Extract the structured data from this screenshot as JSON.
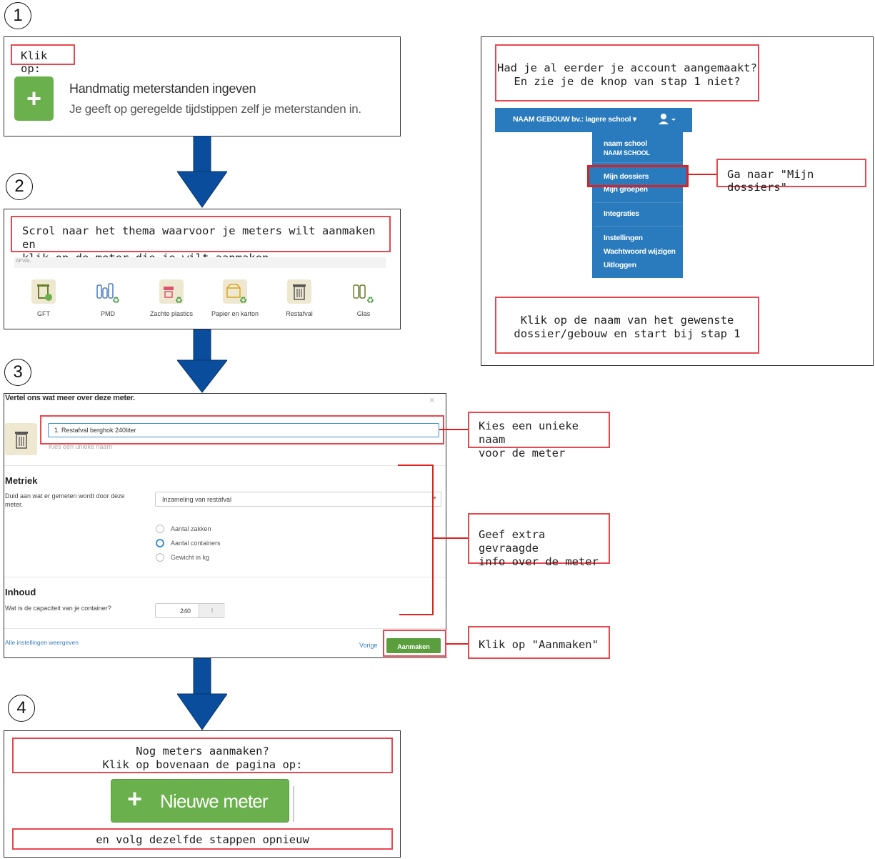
{
  "steps": [
    "1",
    "2",
    "3",
    "4"
  ],
  "step1": {
    "instruction": "Klik op:",
    "option_title": "Handmatig meterstanden ingeven",
    "option_desc": "Je geeft op geregelde tijdstippen zelf je meterstanden in."
  },
  "step2": {
    "instruction_line1": "Scrol naar het thema waarvoor je meters wilt aanmaken en",
    "instruction_line2": "klik op de meter die je wilt aanmaken",
    "section_label": "AFVAL",
    "items": [
      {
        "label": "GFT",
        "icon": "gft-bin-icon"
      },
      {
        "label": "PMD",
        "icon": "pmd-bottles-icon"
      },
      {
        "label": "Zachte plastics",
        "icon": "soft-plastics-icon"
      },
      {
        "label": "Papier en karton",
        "icon": "paper-box-icon"
      },
      {
        "label": "Restafval",
        "icon": "trash-bin-icon"
      },
      {
        "label": "Glas",
        "icon": "glass-bottles-icon"
      }
    ]
  },
  "side": {
    "question_line1": "Had je al eerder je account aangemaakt?",
    "question_line2": "En zie je de knop van stap 1 niet?",
    "navbar_title": "NAAM GEBOUW bv.: lagere school ▾",
    "menu": {
      "school_name": "naam school",
      "school_name_caps": "NAAM SCHOOL",
      "items": [
        "Mijn dossiers",
        "Mijn groepen",
        "Integraties",
        "Instellingen",
        "Wachtwoord wijzigen",
        "Uitloggen"
      ]
    },
    "callout_dossiers": "Ga naar \"Mijn dossiers\"",
    "instruction_line1": "Klik op de naam van het gewenste",
    "instruction_line2": "dossier/gebouw en start bij stap 1"
  },
  "step3": {
    "modal_title": "Vertel ons wat meer over deze meter.",
    "close": "×",
    "name_value": "1. Restafval berghok 240liter",
    "name_hint": "Kies een unieke naam",
    "metric_title": "Metriek",
    "metric_question": "Duid aan wat er gemeten wordt door deze meter.",
    "metric_select": "Inzameling van restafval",
    "radio_options": [
      "Aantal zakken",
      "Aantal containers",
      "Gewicht in kg"
    ],
    "radio_selected_index": 1,
    "content_title": "Inhoud",
    "capacity_question": "Wat is de capaciteit van je container?",
    "capacity_value": "240",
    "capacity_unit": "l",
    "show_all_link": "Alle instellingen weergeven",
    "back_link": "Vorige",
    "create_button": "Aanmaken",
    "callout_name_line1": "Kies een unieke naam",
    "callout_name_line2": "voor de meter",
    "callout_extra_line1": "Geef extra gevraagde",
    "callout_extra_line2": "info over de meter",
    "callout_create": "Klik op \"Aanmaken\""
  },
  "step4": {
    "line1": "Nog meters aanmaken?",
    "line2": "Klik op bovenaan de pagina op:",
    "button_label": "Nieuwe meter",
    "footer": "en volg dezelfde stappen opnieuw"
  },
  "colors": {
    "accent_red": "#e8474f",
    "green": "#6ab04c",
    "blue_nav": "#2a7bbd",
    "arrow_blue": "#0a4d9c"
  }
}
